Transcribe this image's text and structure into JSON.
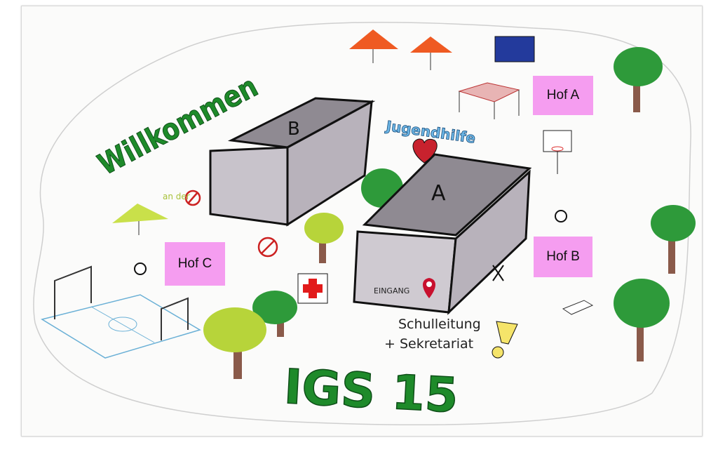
{
  "title": {
    "welcome": "Willkommen",
    "sub": "an der",
    "school": "IGS 15"
  },
  "buildings": {
    "b": "B",
    "a": "A",
    "entrance": "EINGANG"
  },
  "labels": {
    "hof_a": "Hof A",
    "hof_b": "Hof B",
    "hof_c": "Hof C",
    "youth": "Jugendhilfe",
    "office_line1": "Schulleitung",
    "office_line2": "+ Sekretariat"
  },
  "colors": {
    "green": "#1e8a2a",
    "hof": "#f59df0",
    "building": "#a29ca6",
    "umbrella": "#ef5a22",
    "pin": "#c8102e"
  },
  "icons": [
    "umbrella-icon",
    "flag-icon",
    "climbing-net-icon",
    "basketball-hoop-icon",
    "tree-icon",
    "football-icon",
    "first-aid-icon",
    "no-smoking-icon",
    "no-entry-icon",
    "location-pin-icon",
    "cutlery-icon",
    "table-tennis-icon",
    "heart-icon",
    "exclamation-icon",
    "soccer-field-icon"
  ]
}
